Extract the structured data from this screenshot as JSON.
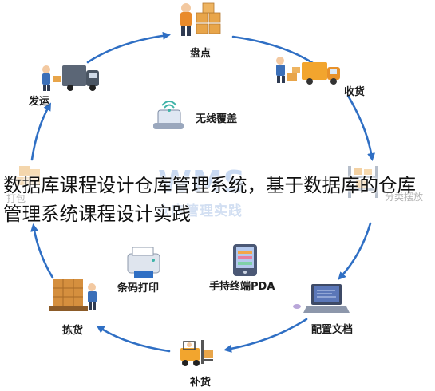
{
  "cycle_steps": [
    {
      "id": "inventory",
      "label": "盘点"
    },
    {
      "id": "receiving",
      "label": "收货"
    },
    {
      "id": "sorting",
      "label": "分类摆放"
    },
    {
      "id": "config-docs",
      "label": "配置文档"
    },
    {
      "id": "replenish",
      "label": "补货"
    },
    {
      "id": "picking",
      "label": "拣货"
    },
    {
      "id": "packing",
      "label": "打包"
    },
    {
      "id": "shipping",
      "label": "发运"
    }
  ],
  "features": {
    "wireless": "无线覆盖",
    "barcode": "条码打印",
    "pda": "手持终端PDA"
  },
  "center": {
    "title": "WMS",
    "subtitle": "仓库管理实践"
  },
  "overlay_title": "数据库课程设计仓库管理系统，基于数据库的仓库管理系统课程设计实践",
  "colors": {
    "ring": "#2f6fc4",
    "box": "#e8a54a",
    "accent_orange": "#f0a233",
    "truck": "#4a5563"
  }
}
